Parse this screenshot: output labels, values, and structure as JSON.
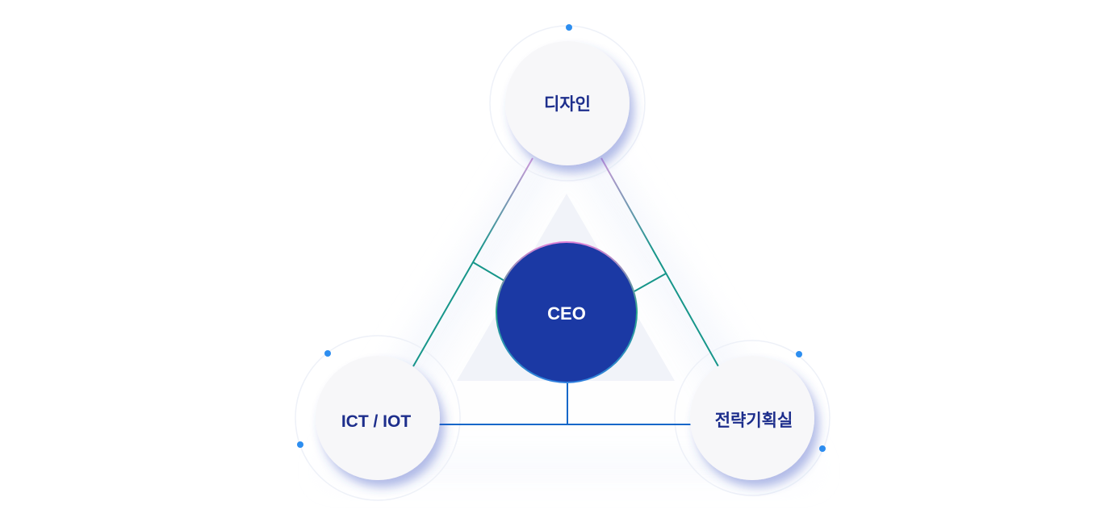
{
  "nodes": {
    "top": {
      "label": "디자인"
    },
    "left": {
      "label": "ICT / IOT"
    },
    "right": {
      "label": "전략기획실"
    },
    "center": {
      "label": "CEO"
    }
  },
  "colors": {
    "node_fill": "#f7f7f9",
    "node_text": "#1d2e8c",
    "center_fill": "#1b39a4",
    "center_text": "#ffffff",
    "connector_teal": "#17968a",
    "connector_pink": "#d39adb",
    "connector_blue": "#1467c9",
    "dot_blue": "#2d8ef0"
  }
}
